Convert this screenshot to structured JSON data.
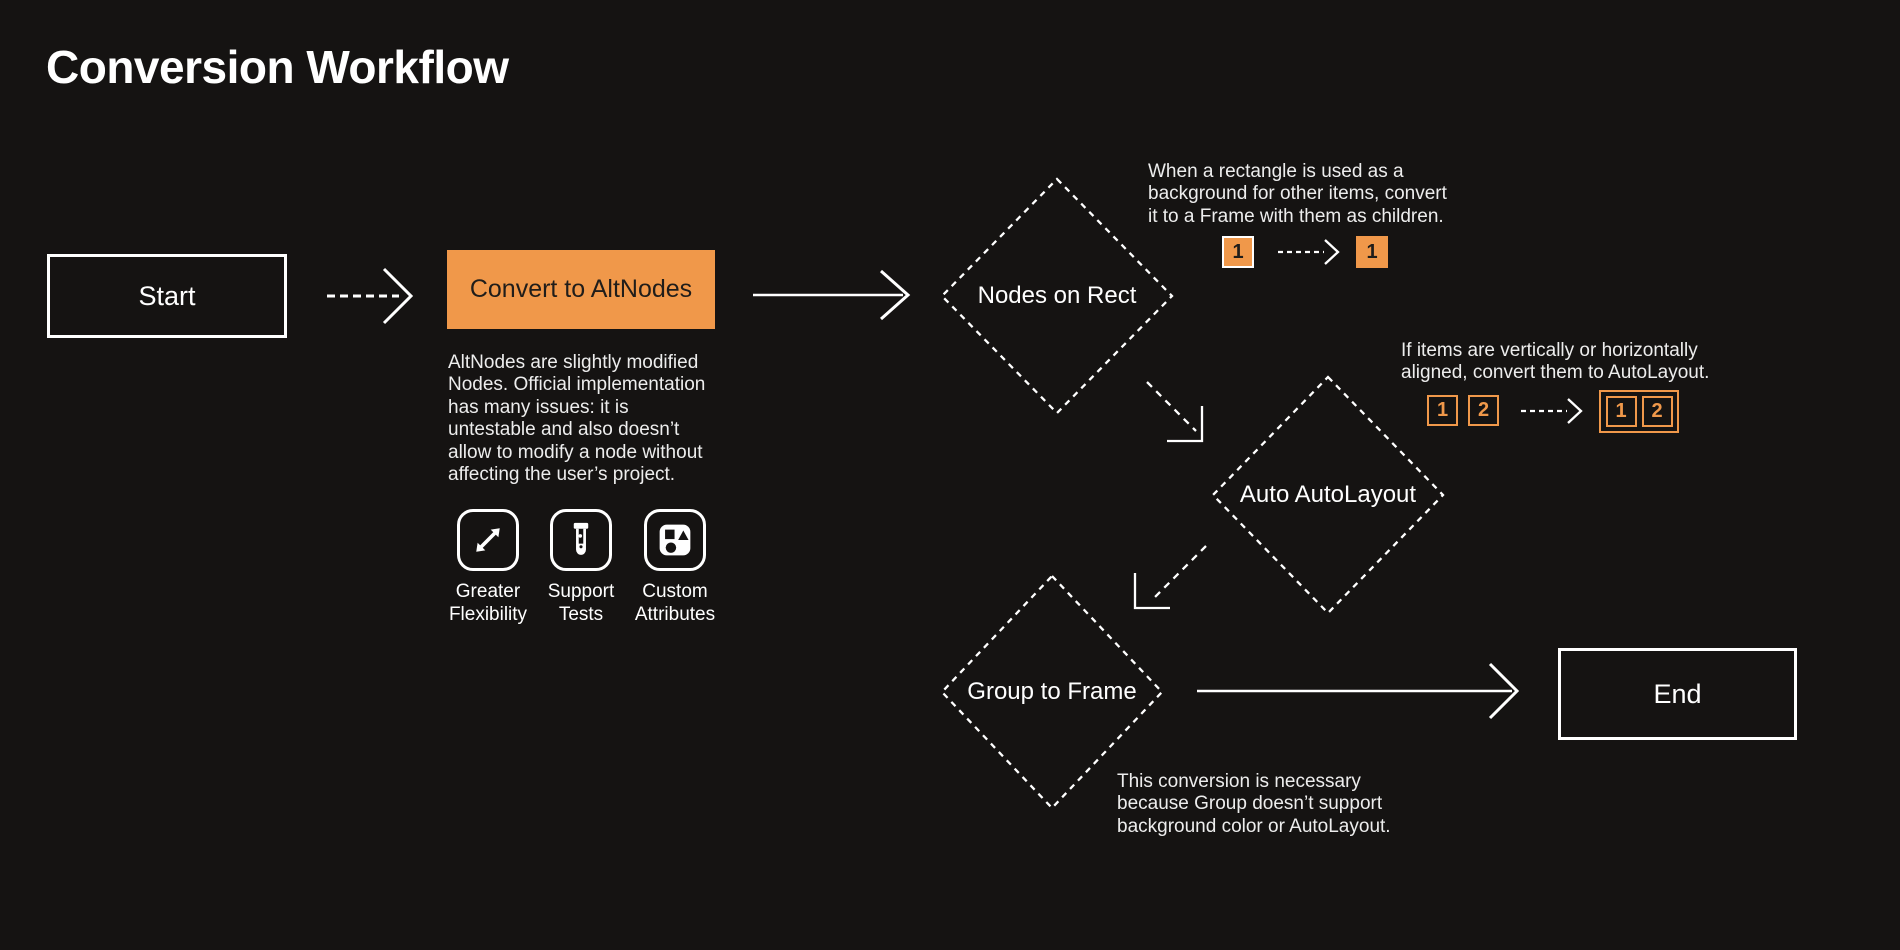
{
  "colors": {
    "background": "#151312",
    "accent": "#F0984A",
    "line": "#FFFFFF",
    "text_primary": "#FFFFFF",
    "text_secondary": "#EDEDED",
    "text_on_accent": "#201D1A"
  },
  "page": {
    "title": "Conversion Workflow"
  },
  "nodes": {
    "start": {
      "label": "Start"
    },
    "convert": {
      "label": "Convert to AltNodes",
      "description": "AltNodes are slightly modified\nNodes. Official implementation\nhas many issues: it is\nuntestable and also doesn’t\nallow to modify a node without\naffecting the user’s project."
    },
    "nodes_on_rect": {
      "label": "Nodes on Rect",
      "note": "When a rectangle is used as a\nbackground for other items, convert\nit to a Frame with them as children."
    },
    "auto_autolayout": {
      "label": "Auto AutoLayout",
      "note": "If items are vertically or horizontally\naligned, convert them to AutoLayout."
    },
    "group_to_frame": {
      "label": "Group to Frame",
      "note": "This conversion is necessary\nbecause Group doesn’t support\nbackground color or AutoLayout."
    },
    "end": {
      "label": "End"
    }
  },
  "features": [
    {
      "icon": "expand-icon",
      "label": "Greater\nFlexibility"
    },
    {
      "icon": "test-tube-icon",
      "label": "Support\nTests"
    },
    {
      "icon": "shapes-icon",
      "label": "Custom\nAttributes"
    }
  ],
  "mini1": {
    "before": "1",
    "after": "1"
  },
  "mini2": {
    "left": [
      "1",
      "2"
    ],
    "right": [
      "1",
      "2"
    ]
  }
}
